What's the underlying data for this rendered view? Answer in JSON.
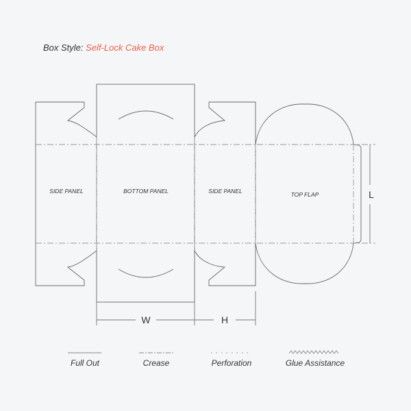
{
  "title": {
    "label": "Box Style:",
    "value": "Self-Lock Cake Box"
  },
  "panels": {
    "side_left": "SIDE PANEL",
    "bottom": "BOTTOM PANEL",
    "side_right": "SIDE PANEL",
    "top_flap": "TOP FLAP"
  },
  "dimensions": {
    "width": "W",
    "height": "H",
    "length": "L"
  },
  "legend": [
    {
      "label": "Full Out",
      "style": "solid"
    },
    {
      "label": "Crease",
      "style": "dash-dot"
    },
    {
      "label": "Perforation",
      "style": "dotted"
    },
    {
      "label": "Glue Assistance",
      "style": "zigzag"
    }
  ],
  "colors": {
    "accent": "#e8604c",
    "line": "#666666",
    "crease": "#999999"
  }
}
